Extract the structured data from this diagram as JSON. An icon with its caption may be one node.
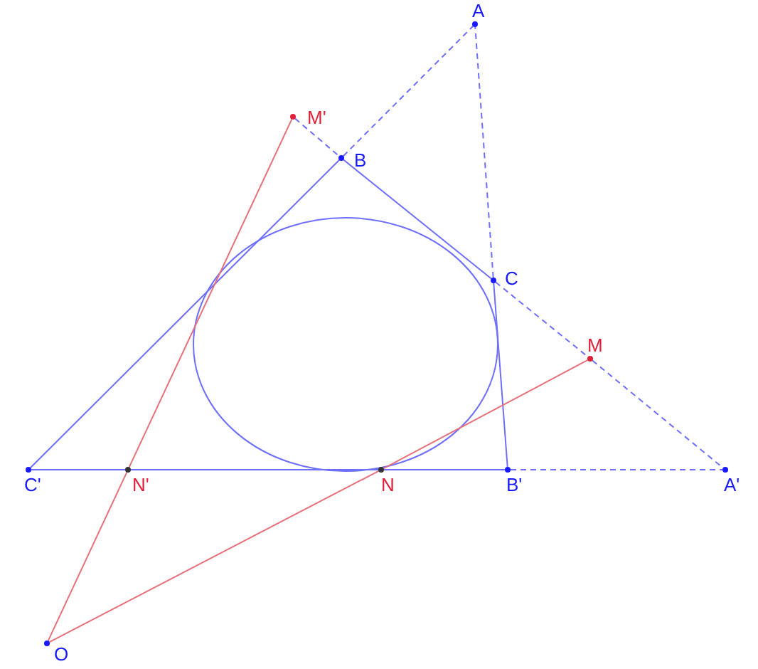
{
  "diagram": {
    "nodes": [
      {
        "text": [
          "A"
        ]
      },
      {
        "text": [
          "M'"
        ]
      },
      {
        "text": [
          "B"
        ]
      },
      {
        "text": [
          "C"
        ]
      },
      {
        "text": [
          "M"
        ]
      },
      {
        "text": [
          "C'"
        ]
      },
      {
        "text": [
          "N'"
        ]
      },
      {
        "text": [
          "N"
        ]
      },
      {
        "text": [
          "B'"
        ]
      },
      {
        "text": [
          "A'"
        ]
      },
      {
        "text": [
          "O"
        ]
      }
    ],
    "edges": [
      {
        "from": 5,
        "to": 2,
        "arrow": "none"
      },
      {
        "from": 2,
        "to": 0,
        "arrow": "none",
        "style": "dashed"
      },
      {
        "from": 8,
        "to": 3,
        "arrow": "none"
      },
      {
        "from": 3,
        "to": 0,
        "arrow": "none",
        "style": "dashed"
      },
      {
        "from": 1,
        "to": 2,
        "arrow": "none",
        "style": "dashed"
      },
      {
        "from": 2,
        "to": 3,
        "arrow": "none"
      },
      {
        "from": 3,
        "to": 4,
        "arrow": "none",
        "style": "dashed"
      },
      {
        "from": 4,
        "to": 9,
        "arrow": "none",
        "style": "dashed"
      },
      {
        "from": 5,
        "to": 6,
        "arrow": "none"
      },
      {
        "from": 6,
        "to": 7,
        "arrow": "none"
      },
      {
        "from": 7,
        "to": 8,
        "arrow": "none"
      },
      {
        "from": 8,
        "to": 9,
        "arrow": "none",
        "style": "dashed"
      },
      {
        "from": 10,
        "to": 6,
        "arrow": "none",
        "color": "#e8707a"
      },
      {
        "from": 6,
        "to": 1,
        "arrow": "none",
        "color": "#e8707a"
      },
      {
        "from": 10,
        "to": 7,
        "arrow": "none",
        "color": "#e8707a"
      },
      {
        "from": 7,
        "to": 4,
        "arrow": "none",
        "color": "#e8707a"
      }
    ]
  }
}
